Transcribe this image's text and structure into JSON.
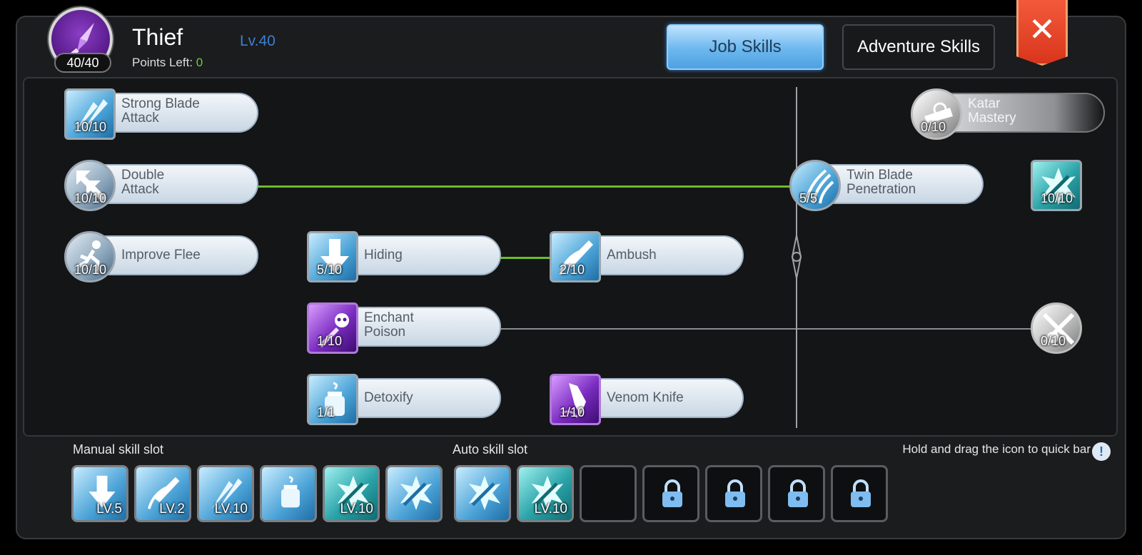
{
  "header": {
    "class_name": "Thief",
    "class_level": "Lv.40",
    "emblem_count": "40/40",
    "points_left_label": "Points Left: ",
    "points_left_value": "0"
  },
  "tabs": [
    {
      "label": "Job Skills",
      "active": true
    },
    {
      "label": "Adventure Skills",
      "active": false
    }
  ],
  "close_label": "✕",
  "skills": [
    {
      "name": "Strong Blade Attack",
      "line1": "Strong Blade",
      "line2": "Attack",
      "level": "10/10",
      "icon": "blade-burst-icon"
    },
    {
      "name": "Double Attack",
      "line1": "Double",
      "line2": "Attack",
      "level": "10/10",
      "icon": "double-arrow-icon"
    },
    {
      "name": "Improve Flee",
      "line1": "Improve Flee",
      "line2": "",
      "level": "10/10",
      "icon": "running-figure-icon"
    },
    {
      "name": "Hiding",
      "line1": "Hiding",
      "line2": "",
      "level": "5/10",
      "icon": "down-arrow-icon"
    },
    {
      "name": "Ambush",
      "line1": "Ambush",
      "line2": "",
      "level": "2/10",
      "icon": "dagger-strike-icon"
    },
    {
      "name": "Enchant Poison",
      "line1": "Enchant",
      "line2": "Poison",
      "level": "1/10",
      "icon": "poison-skull-icon"
    },
    {
      "name": "Detoxify",
      "line1": "Detoxify",
      "line2": "",
      "level": "1/1",
      "icon": "potion-jar-icon"
    },
    {
      "name": "Venom Knife",
      "line1": "Venom Knife",
      "line2": "",
      "level": "1/10",
      "icon": "venom-knife-icon"
    },
    {
      "name": "Twin Blade Penetration",
      "line1": "Twin Blade",
      "line2": "Penetration",
      "level": "5/5",
      "icon": "claw-slash-icon"
    },
    {
      "name": "Katar Mastery",
      "line1": "Katar",
      "line2": "Mastery",
      "level": "0/10",
      "icon": "katar-icon"
    }
  ],
  "partial_skills": [
    {
      "level": "10/10",
      "icon": "sword-burst-icon"
    },
    {
      "level": "0/10",
      "icon": "crossed-skull-icon"
    }
  ],
  "slots": {
    "manual_title": "Manual skill slot",
    "auto_title": "Auto skill slot",
    "hint": "Hold and drag the icon to quick bar",
    "info_symbol": "!",
    "manual": [
      {
        "icon": "down-arrow-icon",
        "level": "LV.5"
      },
      {
        "icon": "dagger-strike-icon",
        "level": "LV.2"
      },
      {
        "icon": "blade-burst-icon",
        "level": "LV.10"
      },
      {
        "icon": "potion-jar-icon",
        "level": ""
      },
      {
        "icon": "sword-burst-icon",
        "level": "LV.10"
      },
      {
        "icon": "sword-burst-icon",
        "level": ""
      }
    ],
    "auto": [
      {
        "icon": "sword-burst-icon",
        "level": ""
      },
      {
        "icon": "sword-burst-icon",
        "level": "LV.10"
      },
      {
        "icon": "empty-slot",
        "level": ""
      },
      {
        "icon": "lock-icon",
        "level": ""
      },
      {
        "icon": "lock-icon",
        "level": ""
      },
      {
        "icon": "lock-icon",
        "level": ""
      },
      {
        "icon": "lock-icon",
        "level": ""
      }
    ]
  },
  "colors": {
    "accent_blue": "#6cb7ee",
    "green_link": "#6bbd2a",
    "level_blue": "#3d7fd0",
    "points_green": "#6ccf3a",
    "close_red": "#e6452a"
  }
}
